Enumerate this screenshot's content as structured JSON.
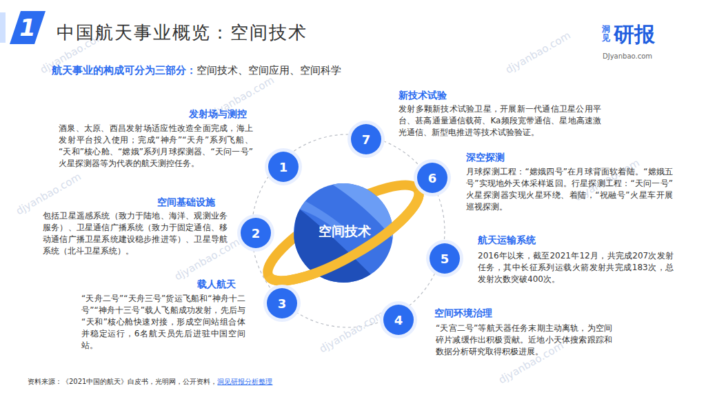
{
  "diagram": {
    "title": "中国航天事业概览：空间技术",
    "nodes": [
      {
        "text": [
          "1"
        ]
      },
      {
        "text": [
          "空间技术"
        ]
      },
      {
        "text": [
          "1"
        ]
      },
      {
        "text": [
          "2"
        ]
      },
      {
        "text": [
          "3"
        ]
      },
      {
        "text": [
          "4"
        ]
      },
      {
        "text": [
          "5"
        ]
      },
      {
        "text": [
          "6"
        ]
      },
      {
        "text": [
          "7"
        ]
      }
    ],
    "labels": [
      "洞见",
      "研报",
      "DJyanbao.com",
      "航天事业的构成可分为三部分：",
      "空间技术、空间应用、空间科学",
      "发射场与测控",
      "酒泉、太原、西昌发射场适应性改造全面完成，海上发射平台投入使用；完成“神舟”“天舟”系列飞船、“天和”核心舱、“嫦娥”系列月球探测器、“天问一号”火星探测器等为代表的航天测控任务。",
      "空间基础设施",
      "包括卫星遥感系统（致力于陆地、海洋、观测业务服务）、卫星通信广播系统（致力于固定通信、移动通信广播卫星系统建设稳步推进等）、卫星导航系统（北斗卫星系统）。",
      "载人航天",
      "“天舟二号”“天舟三号”货运飞船和“神舟十二号”“神舟十三号”载人飞船成功发射，先后与“天和”核心舱快速对接，形成空间站组合体并稳定运行，6名航天员先后进驻中国空间站。",
      "空间环境治理",
      "“天宫二号”等航天器任务末期主动离轨，为空间碎片减缓作出积极贡献。近地小天体搜索跟踪和数据分析研究取得积极进展。",
      "航天运输系统",
      "2016年以来，截至2021年12月，共完成207次发射任务，其中长征系列运载火箭发射共完成183次，总发射次数突破400次。",
      "深空探测",
      "月球探测工程：“嫦娥四号”在月球背面软着陆。“嫦娥五号”实现地外天体采样返回。行星探测工程：“天问一号”火星探测器实现火星环绕、着陆，“祝融号”火星车开展巡视探测。",
      "新技术试验",
      "发射多颗新技术试验卫星，开展新一代通信卫星公用平台、甚高通量通信载荷、Ka频段宽带通信、星地高速激光通信、新型电推进等技术试验验证。",
      "资料来源：《2021中国的航天》白皮书，光明网，公开资料，",
      "洞见研报分析整理",
      "djyanbao.com",
      "djyanbao.com",
      "djyanbao.com",
      "djyanbao.com",
      "djyanbao.com",
      "djyanbao.com",
      "djyanbao.com",
      "djyanbao.com"
    ]
  }
}
